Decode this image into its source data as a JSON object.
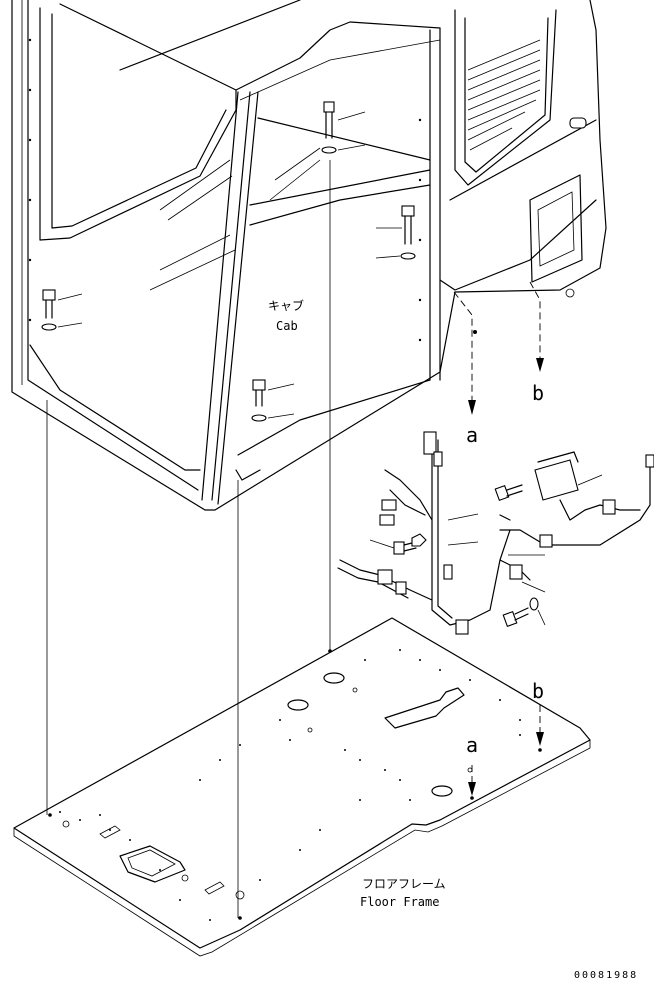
{
  "labels": {
    "cab_jp": "キャブ",
    "cab_en": "Cab",
    "floor_jp": "フロアフレーム",
    "floor_en": "Floor Frame",
    "ref_a_top": "a",
    "ref_b_top": "b",
    "ref_a_bottom": "a",
    "ref_b_bottom": "b",
    "drawing_code": "00081988"
  }
}
